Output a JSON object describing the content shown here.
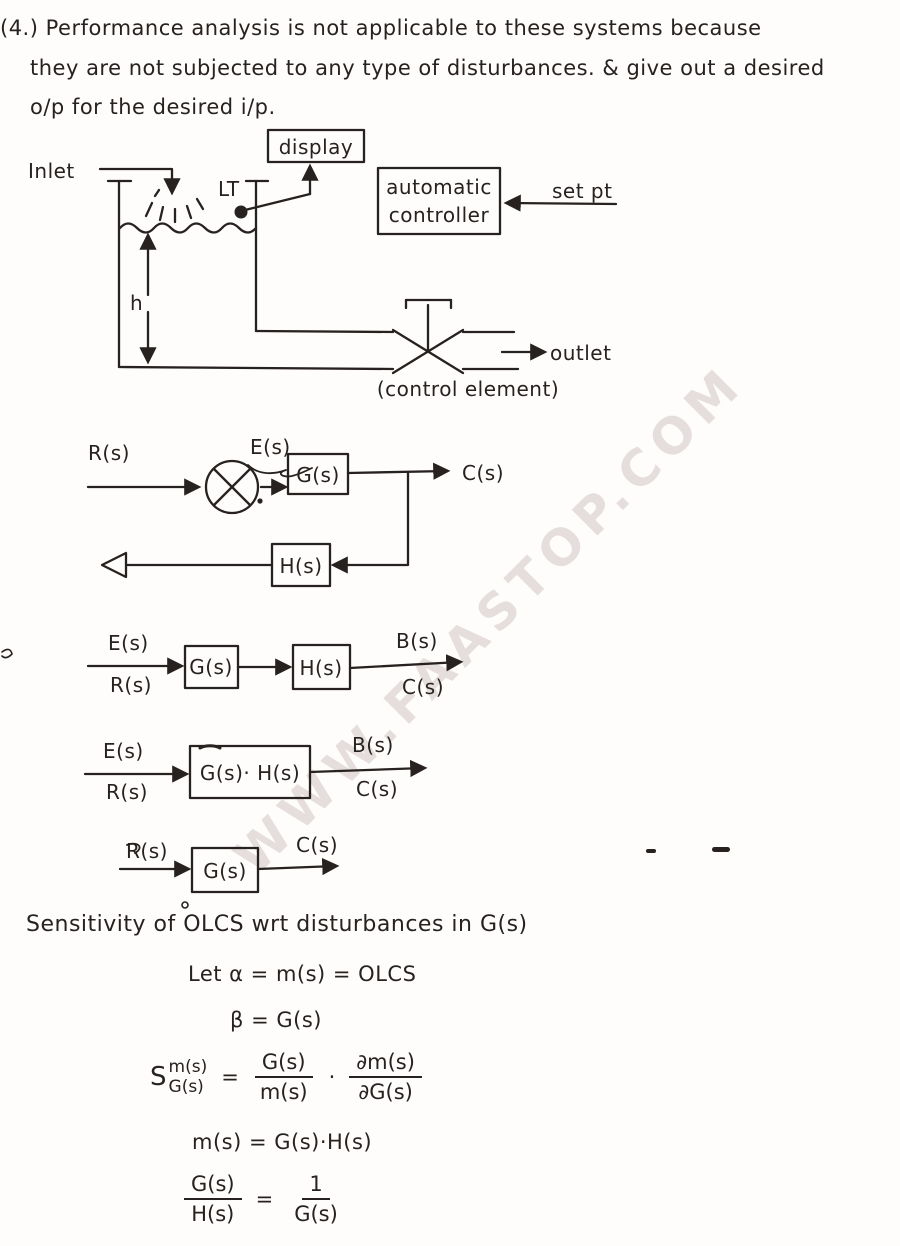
{
  "meta": {
    "watermark": "WWW.FAASTOP.COM"
  },
  "header": {
    "number": "(4.)",
    "lines": [
      "Performance analysis is not applicable to these systems because",
      "they are not subjected to any type of disturbances. & give out a desired",
      "o/p for the desired i/p."
    ]
  },
  "tank_diagram": {
    "inlet": "Inlet",
    "display": "display",
    "lt": "LT",
    "controller_line1": "automatic",
    "controller_line2": "controller",
    "set_pt": "set pt",
    "height": "h",
    "outlet": "outlet",
    "control_element": "(control element)"
  },
  "closed_loop": {
    "r": "R(s)",
    "e": "E(s)",
    "g": "G(s)",
    "c": "C(s)",
    "h": "H(s)"
  },
  "error_ratio_diagram": {
    "in_top": "E(s)",
    "in_bottom": "R(s)",
    "block1": "G(s)",
    "block2": "H(s)",
    "out_top": "B(s)",
    "out_bottom": "C(s)"
  },
  "combined_diagram": {
    "in_top": "E(s)",
    "in_bottom": "R(s)",
    "block": "G(s)· H(s)",
    "out_top": "B(s)",
    "out_bottom": "C(s)"
  },
  "open_loop_diagram": {
    "input": "R(s)",
    "block": "G(s)",
    "output": "C(s)"
  },
  "sensitivity": {
    "heading": "Sensitivity of OLCS wrt disturbances in G(s)",
    "let_line": "Let α = m(s) = OLCS",
    "beta_line": "β = G(s)",
    "s_letter": "S",
    "s_sup": "m(s)",
    "s_sub": "G(s)",
    "equals": "=",
    "frac1_num": "G(s)",
    "frac1_den": "m(s)",
    "dot": "·",
    "frac2_num": "∂m(s)",
    "frac2_den": "∂G(s)",
    "m_line": "m(s) = G(s)·H(s)",
    "frac3_num": "G(s)",
    "frac3_den": "H(s)",
    "eq2_equals": "=",
    "frac4_num": "1",
    "frac4_den": "G(s)"
  }
}
